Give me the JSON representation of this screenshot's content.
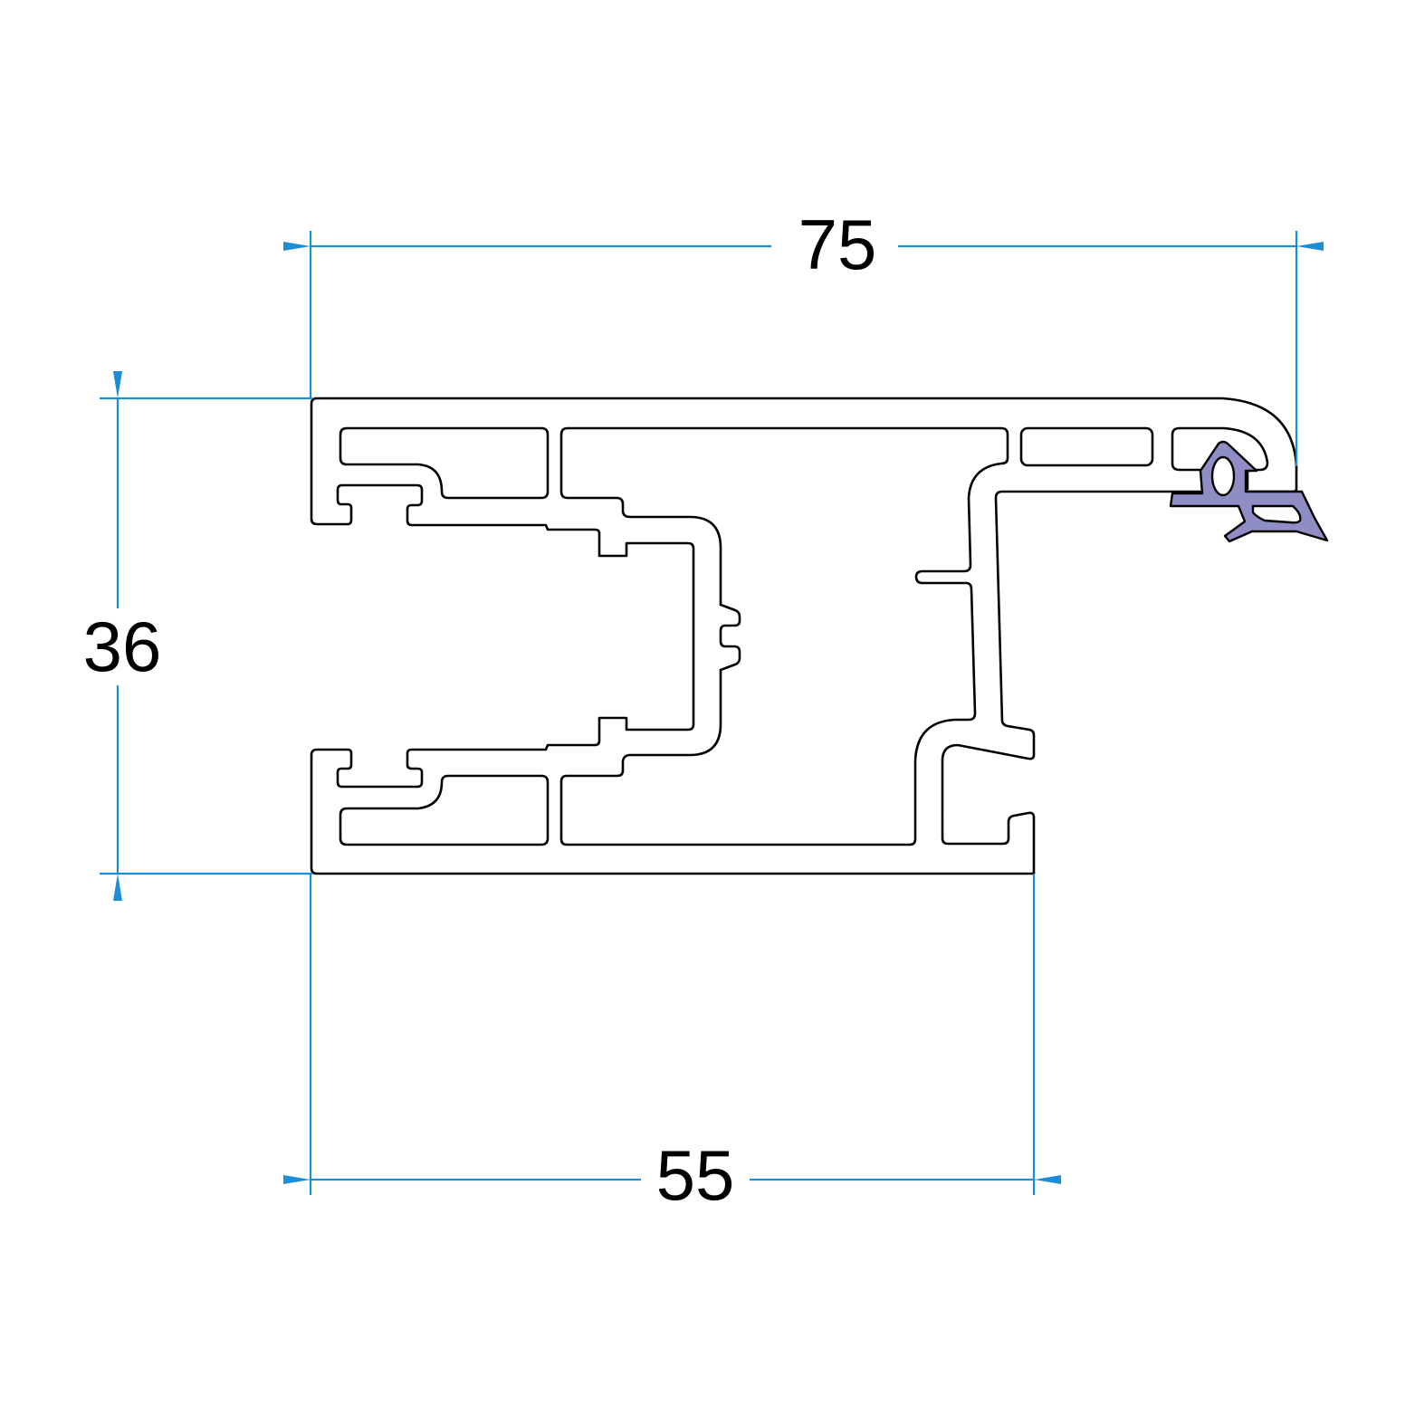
{
  "dimensions": {
    "overall_width": "75",
    "height": "36",
    "frame_width": "55"
  },
  "colors": {
    "dimension_line": "#1a8fd6",
    "profile_stroke": "#000000",
    "gasket_fill": "#8f8ec4"
  }
}
